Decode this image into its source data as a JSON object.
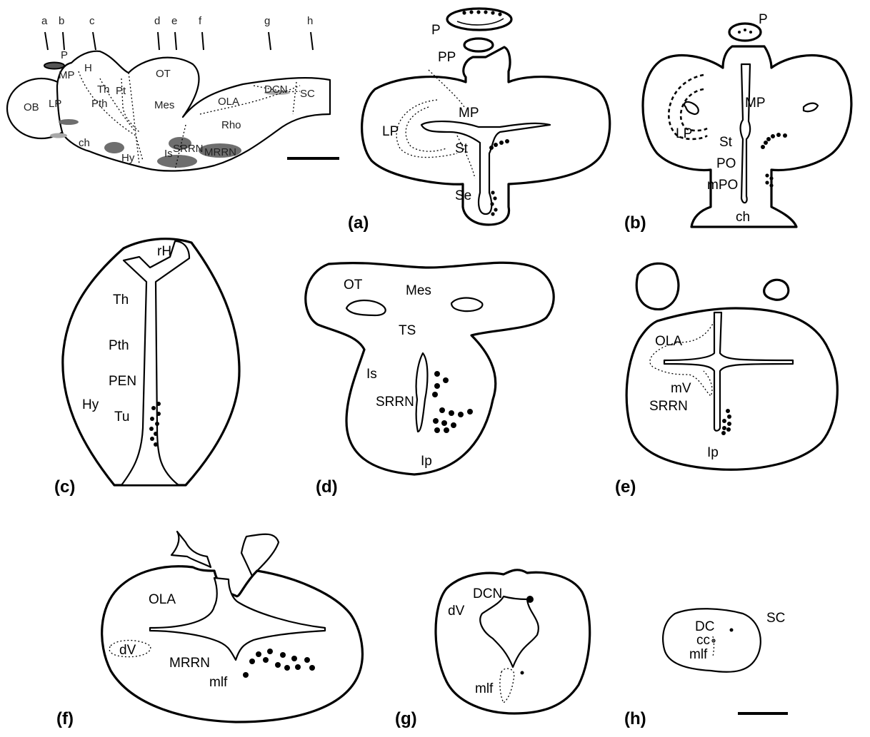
{
  "sagittal_labels": {
    "P": "P",
    "MP": "MP",
    "H": "H",
    "Th": "Th",
    "Pt": "Pt",
    "Pth": "Pth",
    "OT": "OT",
    "Mes": "Mes",
    "OB": "OB",
    "LP": "LP",
    "ch": "ch",
    "Hy": "Hy",
    "Is": "Is",
    "SRRN": "SRRN",
    "MRRN": "MRRN",
    "Rho": "Rho",
    "OLA": "OLA",
    "DCN": "DCN",
    "SC": "SC"
  },
  "section_letters": [
    "a",
    "b",
    "c",
    "d",
    "e",
    "f",
    "g",
    "h"
  ],
  "panels": {
    "a": {
      "tag": "(a)",
      "labels": [
        "P",
        "PP",
        "MP",
        "LP",
        "St",
        "Se"
      ]
    },
    "b": {
      "tag": "(b)",
      "labels": [
        "P",
        "MP",
        "LP",
        "St",
        "PO",
        "mPO",
        "ch"
      ]
    },
    "c": {
      "tag": "(c)",
      "labels": [
        "rH",
        "Th",
        "Pth",
        "PEN",
        "Hy",
        "Tu"
      ]
    },
    "d": {
      "tag": "(d)",
      "labels": [
        "OT",
        "Mes",
        "TS",
        "Is",
        "SRRN",
        "Ip"
      ]
    },
    "e": {
      "tag": "(e)",
      "labels": [
        "OLA",
        "mV",
        "SRRN",
        "Ip"
      ]
    },
    "f": {
      "tag": "(f)",
      "labels": [
        "OLA",
        "dV",
        "MRRN",
        "mlf"
      ]
    },
    "g": {
      "tag": "(g)",
      "labels": [
        "DCN",
        "dV",
        "mlf"
      ]
    },
    "h": {
      "tag": "(h)",
      "labels": [
        "SC",
        "DC",
        "cc",
        "mlf"
      ]
    }
  },
  "colors": {
    "outline": "#000000",
    "nucleus_fill": "#6e6e6e",
    "light_fill": "#a8a8a8"
  }
}
